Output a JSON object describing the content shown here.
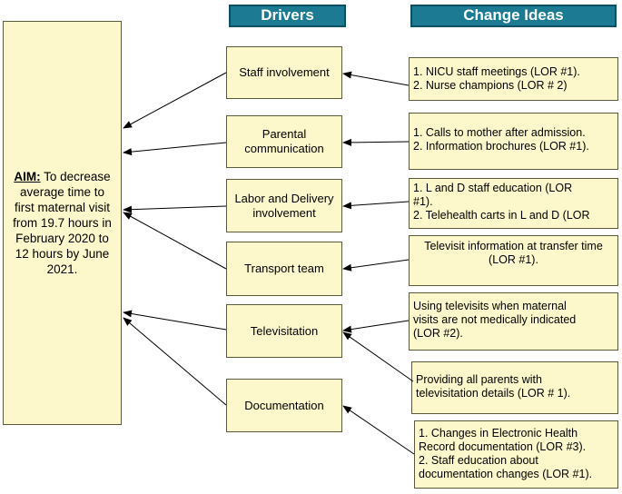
{
  "headers": {
    "drivers": "Drivers",
    "change_ideas": "Change Ideas"
  },
  "aim": {
    "label": "AIM:",
    "text": "To decrease average time to first maternal visit from 19.7 hours in February 2020 to 12 hours by June 2021."
  },
  "drivers": [
    "Staff involvement",
    "Parental communication",
    "Labor and Delivery involvement",
    "Transport team",
    "Televisitation",
    "Documentation"
  ],
  "change_ideas": [
    {
      "lines": [
        "1. NICU staff meetings (LOR #1).",
        "2. Nurse champions (LOR # 2)"
      ]
    },
    {
      "lines": [
        "1. Calls to mother after admission.",
        "2. Information brochures (LOR #1)."
      ]
    },
    {
      "lines": [
        "1. L and D staff education (LOR",
        "#1).",
        "2. Telehealth carts in L and D (LOR"
      ]
    },
    {
      "lines": [
        "Televisit information at transfer time",
        "(LOR #1)."
      ]
    },
    {
      "lines": [
        "Using televisits when maternal",
        "visits are not medically indicated",
        "(LOR #2)."
      ]
    },
    {
      "lines": [
        "Providing all parents with",
        "televisitation details (LOR # 1)."
      ]
    },
    {
      "lines": [
        "1. Changes in Electronic Health",
        "Record documentation (LOR #3).",
        "2. Staff education about",
        "documentation changes (LOR #1)."
      ]
    }
  ],
  "colors": {
    "box_fill": "#fcf8cc",
    "header_fill": "#1d7a93",
    "header_text": "#ffffff"
  }
}
